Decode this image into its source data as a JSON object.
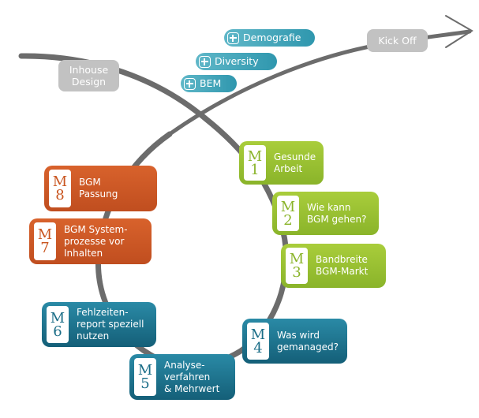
{
  "start_label": "Kick Off",
  "inhouse_label": "Inhouse\nDesign",
  "addons": [
    {
      "label": "Demografie"
    },
    {
      "label": "Diversity"
    },
    {
      "label": "BEM"
    }
  ],
  "modules": [
    {
      "letter": "M",
      "number": "1",
      "text": "Gesunde\nArbeit"
    },
    {
      "letter": "M",
      "number": "2",
      "text": "Wie kann\nBGM gehen?"
    },
    {
      "letter": "M",
      "number": "3",
      "text": "Bandbreite\nBGM-Markt"
    },
    {
      "letter": "M",
      "number": "4",
      "text": "Was wird\ngemanaged?"
    },
    {
      "letter": "M",
      "number": "5",
      "text": "Analyse-\nverfahren\n& Mehrwert"
    },
    {
      "letter": "M",
      "number": "6",
      "text": "Fehlzeiten-\nreport speziell\nnutzen"
    },
    {
      "letter": "M",
      "number": "7",
      "text": "BGM System-\nprozesse vor\nInhalten"
    },
    {
      "letter": "M",
      "number": "8",
      "text": "BGM\nPassung"
    }
  ],
  "colors": {
    "path": "#6c6c6c",
    "addon": "#3aa3b8",
    "gray_box": "#c2c2c2",
    "green": "#9bc234",
    "orange": "#cc5a26",
    "blue": "#1d6f89"
  }
}
